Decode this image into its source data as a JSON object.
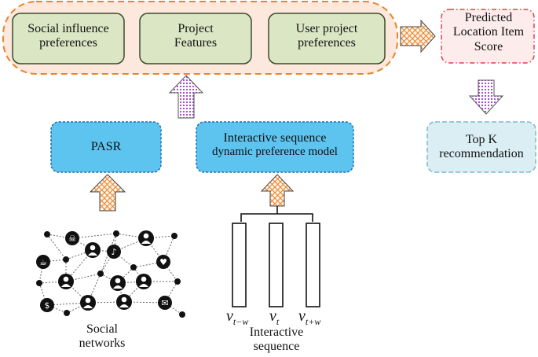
{
  "top_group": {
    "social_influence": [
      "Social influence",
      "preferences"
    ],
    "project_features": [
      "Project",
      "Features"
    ],
    "user_project": [
      "User project",
      "preferences"
    ]
  },
  "predicted": [
    "Predicted",
    "Location Item",
    "Score"
  ],
  "topk": [
    "Top K",
    "recommendation"
  ],
  "pasr": "PASR",
  "interactive_model": [
    "Interactive sequence",
    "dynamic preference model"
  ],
  "social_networks": [
    "Social",
    "networks"
  ],
  "interactive_sequence": [
    "Interactive",
    "sequence"
  ],
  "seq_labels": {
    "left": {
      "base": "v",
      "sub": "t−w"
    },
    "mid": {
      "base": "v",
      "sub": "t"
    },
    "right": {
      "base": "v",
      "sub": "t+w"
    }
  },
  "colors": {
    "group_fill": "#fce8dc",
    "group_stroke": "#e8842e",
    "green_fill": "#dbe6c4",
    "green_stroke": "#3c4a2a",
    "pink_fill": "#fdecec",
    "pink_stroke": "#e0404c",
    "blue_fill": "#5cc4ef",
    "blue_stroke": "#1f6fb5",
    "topk_fill": "#dbeef4",
    "topk_stroke": "#7fb8c8",
    "purple": "#9b3fc4",
    "orange": "#e8842e"
  },
  "icons": [
    "people-network-icon",
    "dotted-arrow-icon",
    "cross-hatched-arrow-icon"
  ]
}
